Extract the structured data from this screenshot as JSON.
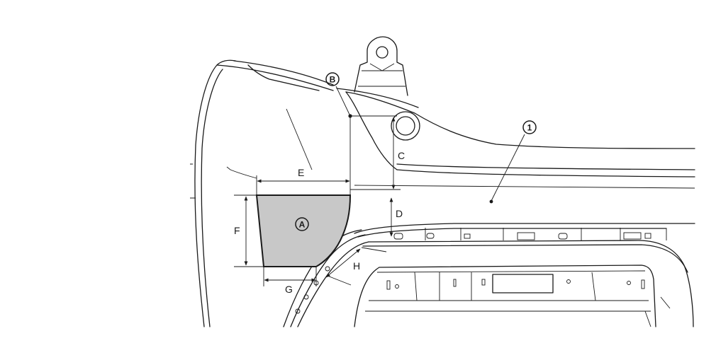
{
  "labels": {
    "C": "C",
    "D": "D",
    "E": "E",
    "F": "F",
    "G": "G",
    "H": "H",
    "A": "A",
    "B": "B",
    "part_1": "1"
  },
  "colors": {
    "line": "#1a1a1a",
    "area_fill": "#c8c8c8",
    "background": "#ffffff"
  }
}
